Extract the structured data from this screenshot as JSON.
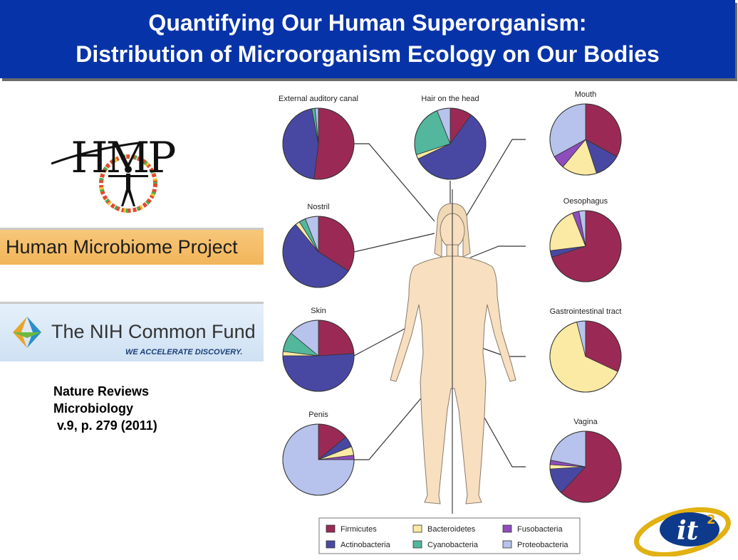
{
  "header": {
    "line1": "Quantifying Our Human Superorganism:",
    "line2": "Distribution of Microorganism Ecology on Our Bodies"
  },
  "logos": {
    "hmp_logo_text": "HMP",
    "hmp_banner": "Human Microbiome Project",
    "nih_title": "The NIH Common Fund",
    "nih_tagline": "WE ACCELERATE DISCOVERY.",
    "it2_logo_text": "it",
    "it2_logo_sup": "2"
  },
  "citation": {
    "line1": "Nature Reviews",
    "line2": "Microbiology",
    "line3": " v.9, p. 279 (2011)"
  },
  "colors": {
    "header_bg": "#0633a8",
    "Firmicutes": "#9a2a55",
    "Actinobacteria": "#4848a3",
    "Bacteroidetes": "#fbeaa3",
    "Cyanobacteria": "#52b79c",
    "Fusobacteria": "#8e4cbc",
    "Proteobacteria": "#b7c3ec",
    "skin": "#f7dfc0"
  },
  "chart_data": {
    "type": "pie",
    "legend_position": "bottom",
    "legend": [
      "Firmicutes",
      "Bacteroidetes",
      "Fusobacteria",
      "Actinobacteria",
      "Cyanobacteria",
      "Proteobacteria"
    ],
    "pies": [
      {
        "site": "External auditory canal",
        "slices": [
          {
            "name": "Firmicutes",
            "value": 52
          },
          {
            "name": "Actinobacteria",
            "value": 45
          },
          {
            "name": "Cyanobacteria",
            "value": 1.5
          },
          {
            "name": "Proteobacteria",
            "value": 1.5
          }
        ]
      },
      {
        "site": "Hair on the head",
        "slices": [
          {
            "name": "Firmicutes",
            "value": 10
          },
          {
            "name": "Actinobacteria",
            "value": 58
          },
          {
            "name": "Bacteroidetes",
            "value": 2
          },
          {
            "name": "Cyanobacteria",
            "value": 24
          },
          {
            "name": "Proteobacteria",
            "value": 6
          }
        ]
      },
      {
        "site": "Mouth",
        "slices": [
          {
            "name": "Firmicutes",
            "value": 33
          },
          {
            "name": "Actinobacteria",
            "value": 12
          },
          {
            "name": "Bacteroidetes",
            "value": 16
          },
          {
            "name": "Fusobacteria",
            "value": 6
          },
          {
            "name": "Proteobacteria",
            "value": 33
          }
        ]
      },
      {
        "site": "Nostril",
        "slices": [
          {
            "name": "Firmicutes",
            "value": 34
          },
          {
            "name": "Actinobacteria",
            "value": 55
          },
          {
            "name": "Bacteroidetes",
            "value": 2
          },
          {
            "name": "Cyanobacteria",
            "value": 3
          },
          {
            "name": "Proteobacteria",
            "value": 6
          }
        ]
      },
      {
        "site": "Oesophagus",
        "slices": [
          {
            "name": "Firmicutes",
            "value": 70
          },
          {
            "name": "Actinobacteria",
            "value": 3
          },
          {
            "name": "Bacteroidetes",
            "value": 21
          },
          {
            "name": "Fusobacteria",
            "value": 3
          },
          {
            "name": "Proteobacteria",
            "value": 3
          }
        ]
      },
      {
        "site": "Skin",
        "slices": [
          {
            "name": "Firmicutes",
            "value": 24
          },
          {
            "name": "Actinobacteria",
            "value": 51
          },
          {
            "name": "Bacteroidetes",
            "value": 2
          },
          {
            "name": "Cyanobacteria",
            "value": 9
          },
          {
            "name": "Proteobacteria",
            "value": 14
          }
        ]
      },
      {
        "site": "Gastrointestinal tract",
        "slices": [
          {
            "name": "Firmicutes",
            "value": 32
          },
          {
            "name": "Bacteroidetes",
            "value": 64
          },
          {
            "name": "Proteobacteria",
            "value": 4
          }
        ]
      },
      {
        "site": "Penis",
        "slices": [
          {
            "name": "Firmicutes",
            "value": 14
          },
          {
            "name": "Actinobacteria",
            "value": 5
          },
          {
            "name": "Bacteroidetes",
            "value": 4
          },
          {
            "name": "Fusobacteria",
            "value": 2
          },
          {
            "name": "Proteobacteria",
            "value": 75
          }
        ]
      },
      {
        "site": "Vagina",
        "slices": [
          {
            "name": "Firmicutes",
            "value": 62
          },
          {
            "name": "Actinobacteria",
            "value": 12
          },
          {
            "name": "Bacteroidetes",
            "value": 2
          },
          {
            "name": "Fusobacteria",
            "value": 2
          },
          {
            "name": "Proteobacteria",
            "value": 22
          }
        ]
      }
    ]
  }
}
